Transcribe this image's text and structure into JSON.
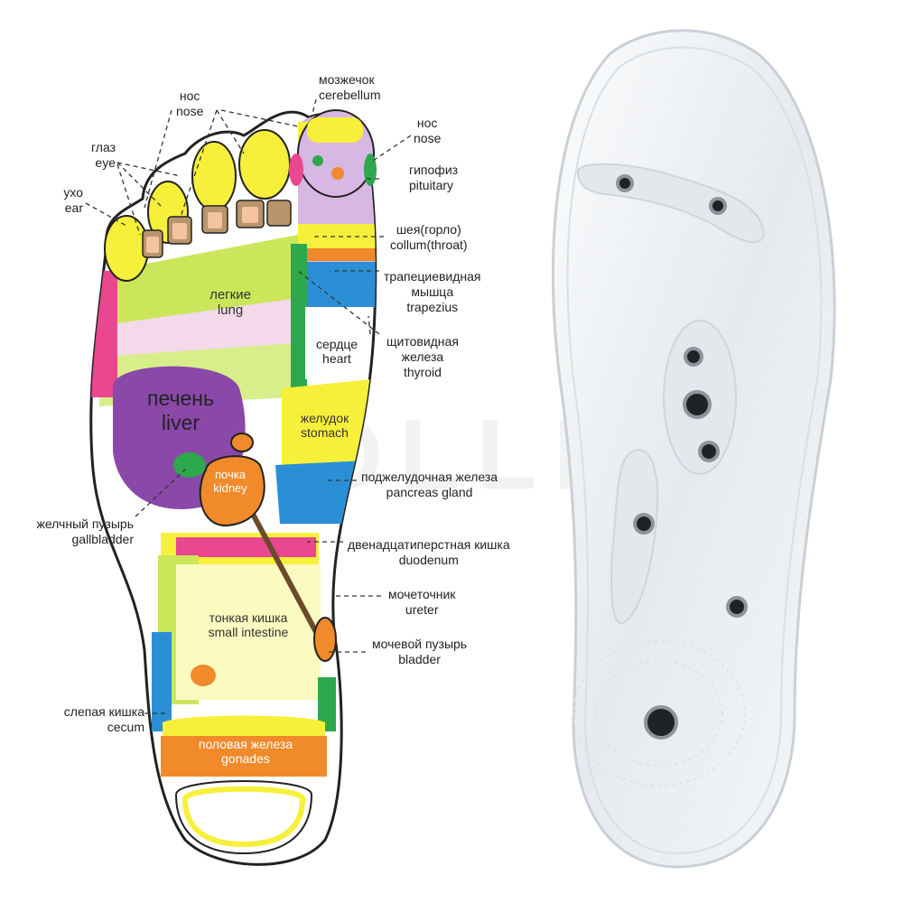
{
  "watermark": "KOLLIK",
  "colors": {
    "yellow": "#f7f03a",
    "lime": "#cbe65a",
    "pink": "#e9478f",
    "lavender": "#d7b7e3",
    "purple": "#8a48a9",
    "orange": "#f08a2a",
    "blue": "#2b8fd6",
    "green": "#2ea84c",
    "brown": "#b8956a",
    "insole": "#eef1f4"
  },
  "labels": {
    "cerebellum": [
      "мозжечок",
      "cerebellum"
    ],
    "nose_left": [
      "нос",
      "nose"
    ],
    "nose_right": [
      "нос",
      "nose"
    ],
    "eye": [
      "глаз",
      "eye"
    ],
    "ear": [
      "ухо",
      "ear"
    ],
    "pituitary": [
      "гипофиз",
      "pituitary"
    ],
    "throat": [
      "шея(горло)",
      "collum(throat)"
    ],
    "trapezius": [
      "трапециевидная",
      "мышца",
      "trapezius"
    ],
    "thyroid": [
      "щитовидная",
      "железа",
      "thyroid"
    ],
    "pancreas": [
      "поджелудочная железа",
      "pancreas gland"
    ],
    "gallbladder": [
      "желчный пузырь",
      "gallbladder"
    ],
    "duodenum": [
      "двенадцатиперстная кишка",
      "duodenum"
    ],
    "ureter": [
      "мочеточник",
      "ureter"
    ],
    "bladder": [
      "мочевой пузырь",
      "bladder"
    ],
    "cecum": [
      "слепая кишка",
      "cecum"
    ]
  },
  "zones": {
    "lung": [
      "легкие",
      "lung"
    ],
    "heart": [
      "сердце",
      "heart"
    ],
    "liver": [
      "печень",
      "liver"
    ],
    "stomach": [
      "желудок",
      "stomach"
    ],
    "kidney": [
      "почка",
      "kidney"
    ],
    "intestine": [
      "тонкая кишка",
      "small intestine"
    ],
    "gonades": [
      "половая железа",
      "gonades"
    ]
  }
}
